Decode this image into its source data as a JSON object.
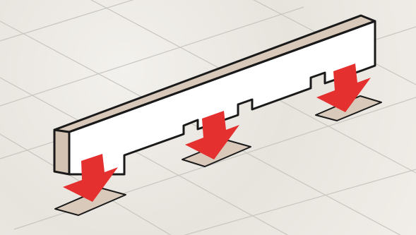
{
  "diagram": {
    "colors": {
      "background": "#ece9e4",
      "grid_line": "#c9c6c0",
      "beam_front": "#ffffff",
      "beam_top": "#d7c8b9",
      "beam_end": "#d2c3b3",
      "beam_outline": "#1a1a1a",
      "slot_fill": "#d8c9ba",
      "arrow_fill": "#e53030"
    },
    "components": {
      "beam": "notched-beam",
      "slots": 3,
      "arrows": 3
    }
  }
}
